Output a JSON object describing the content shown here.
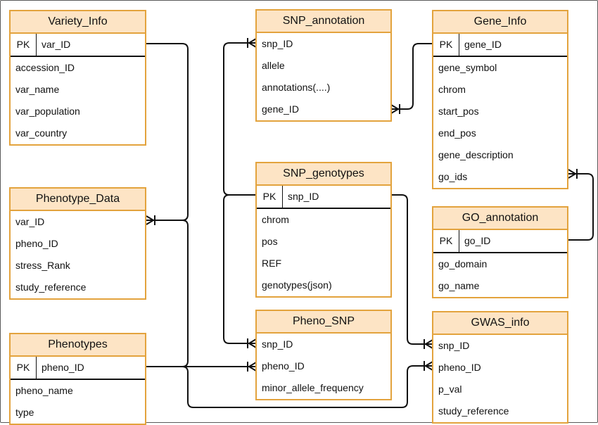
{
  "colors": {
    "border": "#e3a33d",
    "header_fill": "#fde4c5",
    "line": "#111111"
  },
  "pk_label": "PK",
  "tables": {
    "variety_info": {
      "title": "Variety_Info",
      "pk": "var_ID",
      "fields": [
        "accession_ID",
        "var_name",
        "var_population",
        "var_country"
      ]
    },
    "phenotype_data": {
      "title": "Phenotype_Data",
      "fields": [
        "var_ID",
        "pheno_ID",
        "stress_Rank",
        "study_reference"
      ]
    },
    "phenotypes": {
      "title": "Phenotypes",
      "pk": "pheno_ID",
      "fields": [
        "pheno_name",
        "type"
      ]
    },
    "snp_annotation": {
      "title": "SNP_annotation",
      "fields": [
        "snp_ID",
        "allele",
        "annotations(....)",
        "gene_ID"
      ]
    },
    "snp_genotypes": {
      "title": "SNP_genotypes",
      "pk": "snp_ID",
      "fields": [
        "chrom",
        "pos",
        "REF",
        "genotypes(json)"
      ]
    },
    "pheno_snp": {
      "title": "Pheno_SNP",
      "fields": [
        "snp_ID",
        "pheno_ID",
        "minor_allele_frequency"
      ]
    },
    "gene_info": {
      "title": "Gene_Info",
      "pk": "gene_ID",
      "fields": [
        "gene_symbol",
        "chrom",
        "start_pos",
        "end_pos",
        "gene_description",
        "go_ids"
      ]
    },
    "go_annotation": {
      "title": "GO_annotation",
      "pk": "go_ID",
      "fields": [
        "go_domain",
        "go_name"
      ]
    },
    "gwas_info": {
      "title": "GWAS_info",
      "fields": [
        "snp_ID",
        "pheno_ID",
        "p_val",
        "study_reference"
      ]
    }
  }
}
